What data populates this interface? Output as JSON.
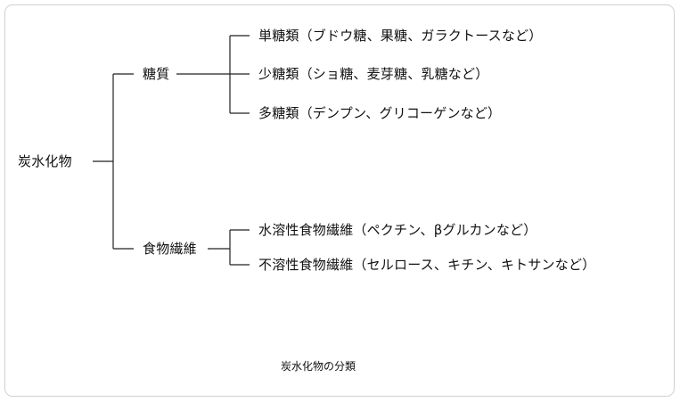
{
  "diagram": {
    "root": "炭水化物",
    "branches": [
      {
        "label": "糖質",
        "leaves": [
          "単糖類（ブドウ糖、果糖、ガラクトースなど）",
          "少糖類（ショ糖、麦芽糖、乳糖など）",
          "多糖類（デンプン、グリコーゲンなど）"
        ]
      },
      {
        "label": "食物繊維",
        "leaves": [
          "水溶性食物繊維（ペクチン、βグルカンなど）",
          "不溶性食物繊維（セルロース、キチン、キトサンなど）"
        ]
      }
    ],
    "caption": "炭水化物の分類"
  },
  "colors": {
    "line": "#222222",
    "text": "#111111",
    "frame_border": "#d0d0d0"
  }
}
